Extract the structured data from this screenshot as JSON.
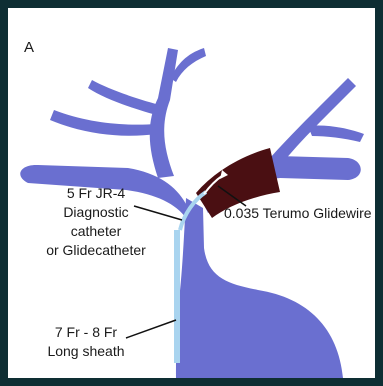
{
  "panel_label": "A",
  "labels": {
    "catheter_lines": [
      "5 Fr JR-4",
      "Diagnostic",
      "catheter",
      "or Glidecatheter"
    ],
    "glidewire": "0.035 Terumo Glidewire",
    "sheath_lines": [
      "7 Fr - 8 Fr",
      "Long sheath"
    ]
  },
  "colors": {
    "vessel": "#6a6fd0",
    "vessel_shadow": "#5458b8",
    "occlusion": "#4a0f12",
    "catheter": "#a9d4ef",
    "wire": "#ffffff",
    "leader": "#111111",
    "frame_bg": "#0e2e33"
  }
}
